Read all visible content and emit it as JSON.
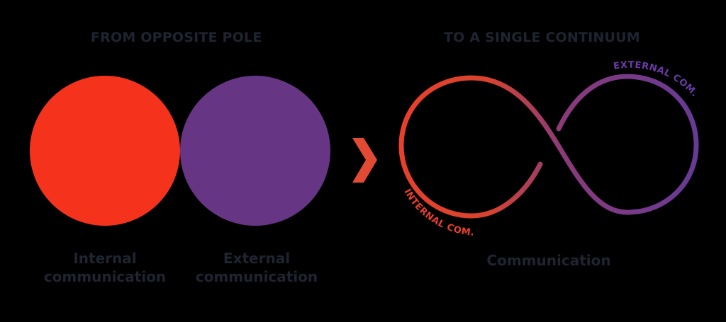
{
  "left_panel": {
    "heading": "FROM OPPOSITE POLE",
    "circles": [
      {
        "label_line1": "Internal",
        "label_line2": "communication",
        "color": "#f5321c"
      },
      {
        "label_line1": "External",
        "label_line2": "communication",
        "color": "#663685"
      }
    ]
  },
  "arrow": {
    "icon": "chevron-right-icon",
    "color": "#e34a33"
  },
  "right_panel": {
    "heading": "TO A SINGLE CONTINUUM",
    "infinity": {
      "start_color": "#e8402a",
      "end_color": "#663a96",
      "internal_label": "INTERNAL COM.",
      "external_label": "EXTERNAL COM.",
      "internal_label_color": "#e8402a",
      "external_label_color": "#6a3aa8"
    },
    "caption": "Communication"
  }
}
